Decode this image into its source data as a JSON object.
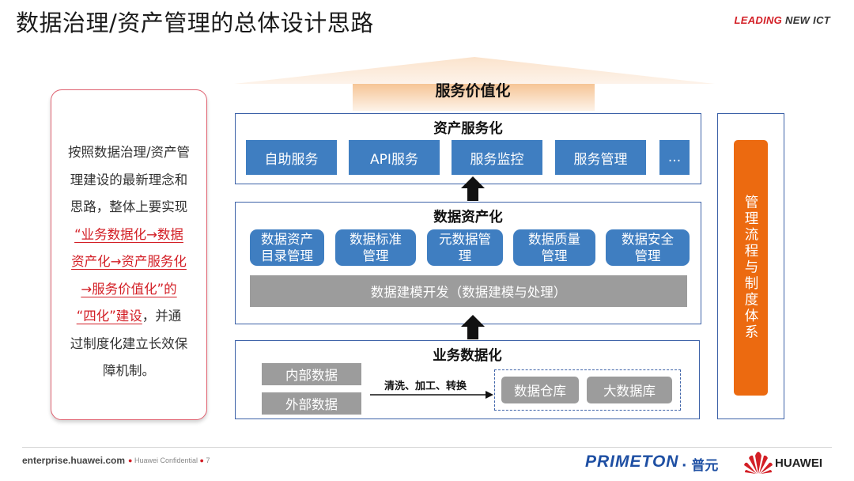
{
  "header": {
    "title": "数据治理/资产管理的总体设计思路",
    "slogan_part1": "LEADING",
    "slogan_part2": "NEW ICT"
  },
  "left_panel": {
    "line1": "按照数据治理/资产管",
    "line2": "理建设的最新理念和",
    "line3": "思路，整体上要实现",
    "line4": "“业务数据化→数据",
    "line5": "资产化→资产服务化",
    "line6": "→服务价值化”的",
    "line7a": "“四化”建设",
    "line7b": "，并通",
    "line8": "过制度化建立长效保",
    "line9": "障机制。"
  },
  "diagram": {
    "service_value_title": "服务价值化",
    "asset_service": {
      "title": "资产服务化",
      "items": [
        "自助服务",
        "API服务",
        "服务监控",
        "服务管理",
        "..."
      ]
    },
    "data_asset": {
      "title": "数据资产化",
      "items": [
        {
          "line1": "数据资产",
          "line2": "目录管理"
        },
        {
          "line1": "数据标准",
          "line2": "管理"
        },
        {
          "line1": "元数据管",
          "line2": "理"
        },
        {
          "line1": "数据质量",
          "line2": "管理"
        },
        {
          "line1": "数据安全",
          "line2": "管理"
        }
      ],
      "modeling_bar": "数据建模开发（数据建模与处理）"
    },
    "business_data": {
      "title": "业务数据化",
      "sources": [
        "内部数据",
        "外部数据"
      ],
      "process_label": "清洗、加工、转换",
      "targets": [
        "数据仓库",
        "大数据库"
      ]
    },
    "management": {
      "label": "管理流程与制度体系"
    },
    "colors": {
      "blue": "#3f7ec1",
      "gray": "#9c9c9c",
      "orange": "#ec6a10",
      "border": "#3d62a8",
      "red": "#d31f26"
    }
  },
  "footer": {
    "site": "enterprise.huawei.com",
    "confidential": "Huawei Confidential",
    "page_number": "7",
    "partner_logo": "PRIMETON",
    "partner_cn": "· 普元",
    "huawei": "HUAWEI"
  }
}
